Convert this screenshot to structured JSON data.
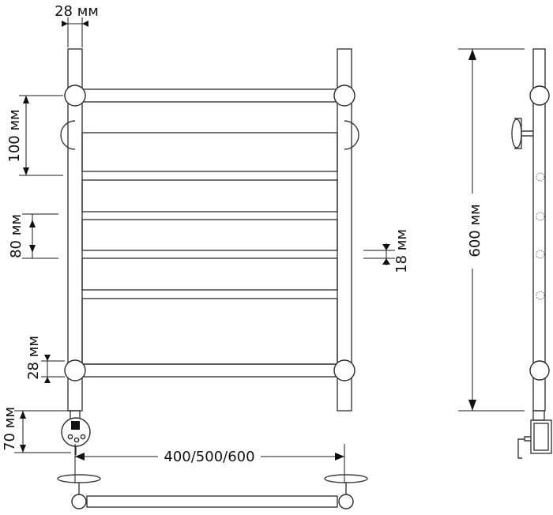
{
  "dimensions": {
    "top_tube": "28 мм",
    "pitch_top": "100 мм",
    "pitch_mid": "80 мм",
    "rung_height": "18 мм",
    "bottom_tube": "28 мм",
    "heater_offset": "70 мм",
    "width": "400/500/600",
    "height": "600 мм"
  },
  "colors": {
    "line": "#3a3a3a",
    "text": "#111111"
  }
}
